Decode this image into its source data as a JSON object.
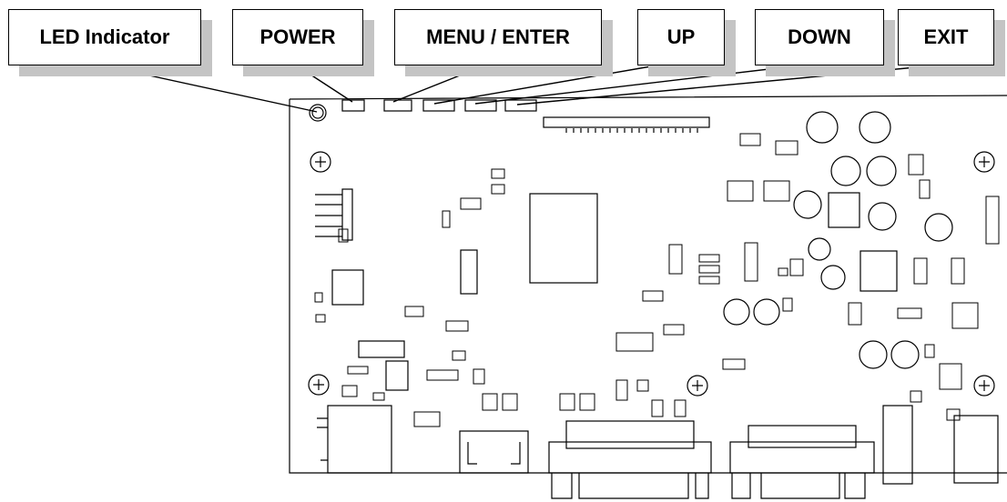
{
  "labels": [
    {
      "id": "led",
      "text": "LED Indicator"
    },
    {
      "id": "power",
      "text": "POWER"
    },
    {
      "id": "menu",
      "text": "MENU / ENTER"
    },
    {
      "id": "up",
      "text": "UP"
    },
    {
      "id": "down",
      "text": "DOWN"
    },
    {
      "id": "exit",
      "text": "EXIT"
    }
  ],
  "colors": {
    "line": "#000000",
    "shadow": "#c4c4c4",
    "background": "#ffffff"
  }
}
